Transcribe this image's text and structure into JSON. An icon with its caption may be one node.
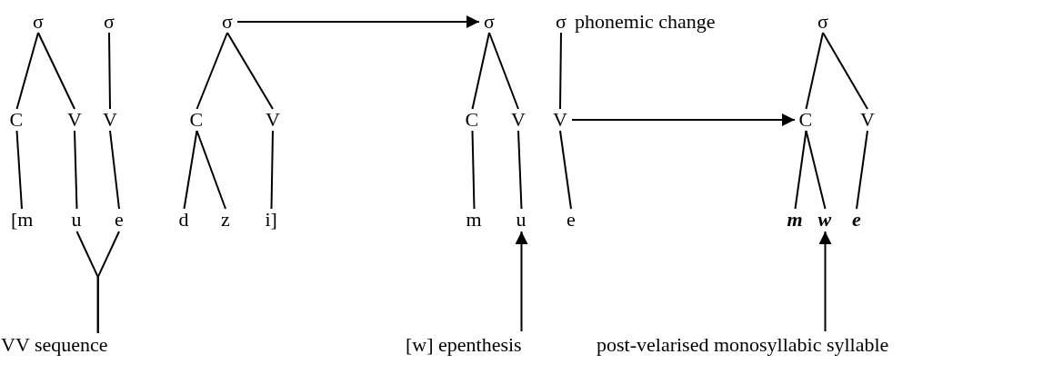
{
  "diagram": {
    "nodes": [
      {
        "text": [
          "σ"
        ]
      },
      {
        "text": [
          "σ"
        ]
      },
      {
        "text": [
          "σ"
        ]
      },
      {
        "text": [
          "C"
        ]
      },
      {
        "text": [
          "V"
        ]
      },
      {
        "text": [
          "V"
        ]
      },
      {
        "text": [
          "C"
        ]
      },
      {
        "text": [
          "V"
        ]
      },
      {
        "text": [
          "[m"
        ]
      },
      {
        "text": [
          "u"
        ]
      },
      {
        "text": [
          "e"
        ]
      },
      {
        "text": [
          "d"
        ]
      },
      {
        "text": [
          "z"
        ]
      },
      {
        "text": [
          "i]"
        ]
      },
      {
        "text": [
          "VV sequence"
        ]
      },
      {
        "text": [
          "σ"
        ]
      },
      {
        "text": [
          "σ"
        ]
      },
      {
        "text": [
          "C"
        ]
      },
      {
        "text": [
          "V"
        ]
      },
      {
        "text": [
          "V"
        ]
      },
      {
        "text": [
          "m"
        ]
      },
      {
        "text": [
          "u"
        ]
      },
      {
        "text": [
          "e"
        ]
      },
      {
        "text": [
          "[w] epenthesis"
        ]
      },
      {
        "text": [
          "σ"
        ]
      },
      {
        "text": [
          "C"
        ]
      },
      {
        "text": [
          "V"
        ]
      },
      {
        "text": [
          "m"
        ]
      },
      {
        "text": [
          "w"
        ]
      },
      {
        "text": [
          "e"
        ]
      },
      {
        "text": [
          "post-velarised monosyllabic syllable"
        ]
      }
    ],
    "edges": [
      {
        "from": 0,
        "to": 3,
        "arrow": "none"
      },
      {
        "from": 0,
        "to": 4,
        "arrow": "none"
      },
      {
        "from": 1,
        "to": 5,
        "arrow": "none"
      },
      {
        "from": 2,
        "to": 6,
        "arrow": "none"
      },
      {
        "from": 2,
        "to": 7,
        "arrow": "none"
      },
      {
        "from": 3,
        "to": 8,
        "arrow": "none"
      },
      {
        "from": 4,
        "to": 9,
        "arrow": "none"
      },
      {
        "from": 5,
        "to": 10,
        "arrow": "none"
      },
      {
        "from": 6,
        "to": 11,
        "arrow": "none"
      },
      {
        "from": 6,
        "to": 12,
        "arrow": "none"
      },
      {
        "from": 7,
        "to": 13,
        "arrow": "none"
      },
      {
        "from": 9,
        "to": 14,
        "arrow": "none"
      },
      {
        "from": 10,
        "to": 14,
        "arrow": "none"
      },
      {
        "from": 2,
        "to": 15,
        "arrow": "to"
      },
      {
        "from": 15,
        "to": 17,
        "arrow": "none"
      },
      {
        "from": 15,
        "to": 18,
        "arrow": "none"
      },
      {
        "from": 16,
        "to": 19,
        "arrow": "none"
      },
      {
        "from": 17,
        "to": 20,
        "arrow": "none"
      },
      {
        "from": 18,
        "to": 21,
        "arrow": "none"
      },
      {
        "from": 19,
        "to": 22,
        "arrow": "none"
      },
      {
        "from": 23,
        "to": 21,
        "arrow": "to"
      },
      {
        "from": 19,
        "to": 25,
        "arrow": "to"
      },
      {
        "from": 24,
        "to": 25,
        "arrow": "none"
      },
      {
        "from": 24,
        "to": 26,
        "arrow": "none"
      },
      {
        "from": 25,
        "to": 27,
        "arrow": "none"
      },
      {
        "from": 25,
        "to": 28,
        "arrow": "none"
      },
      {
        "from": 26,
        "to": 29,
        "arrow": "none"
      },
      {
        "from": 30,
        "to": 28,
        "arrow": "to"
      }
    ],
    "labels": [
      "phonemic change"
    ]
  }
}
